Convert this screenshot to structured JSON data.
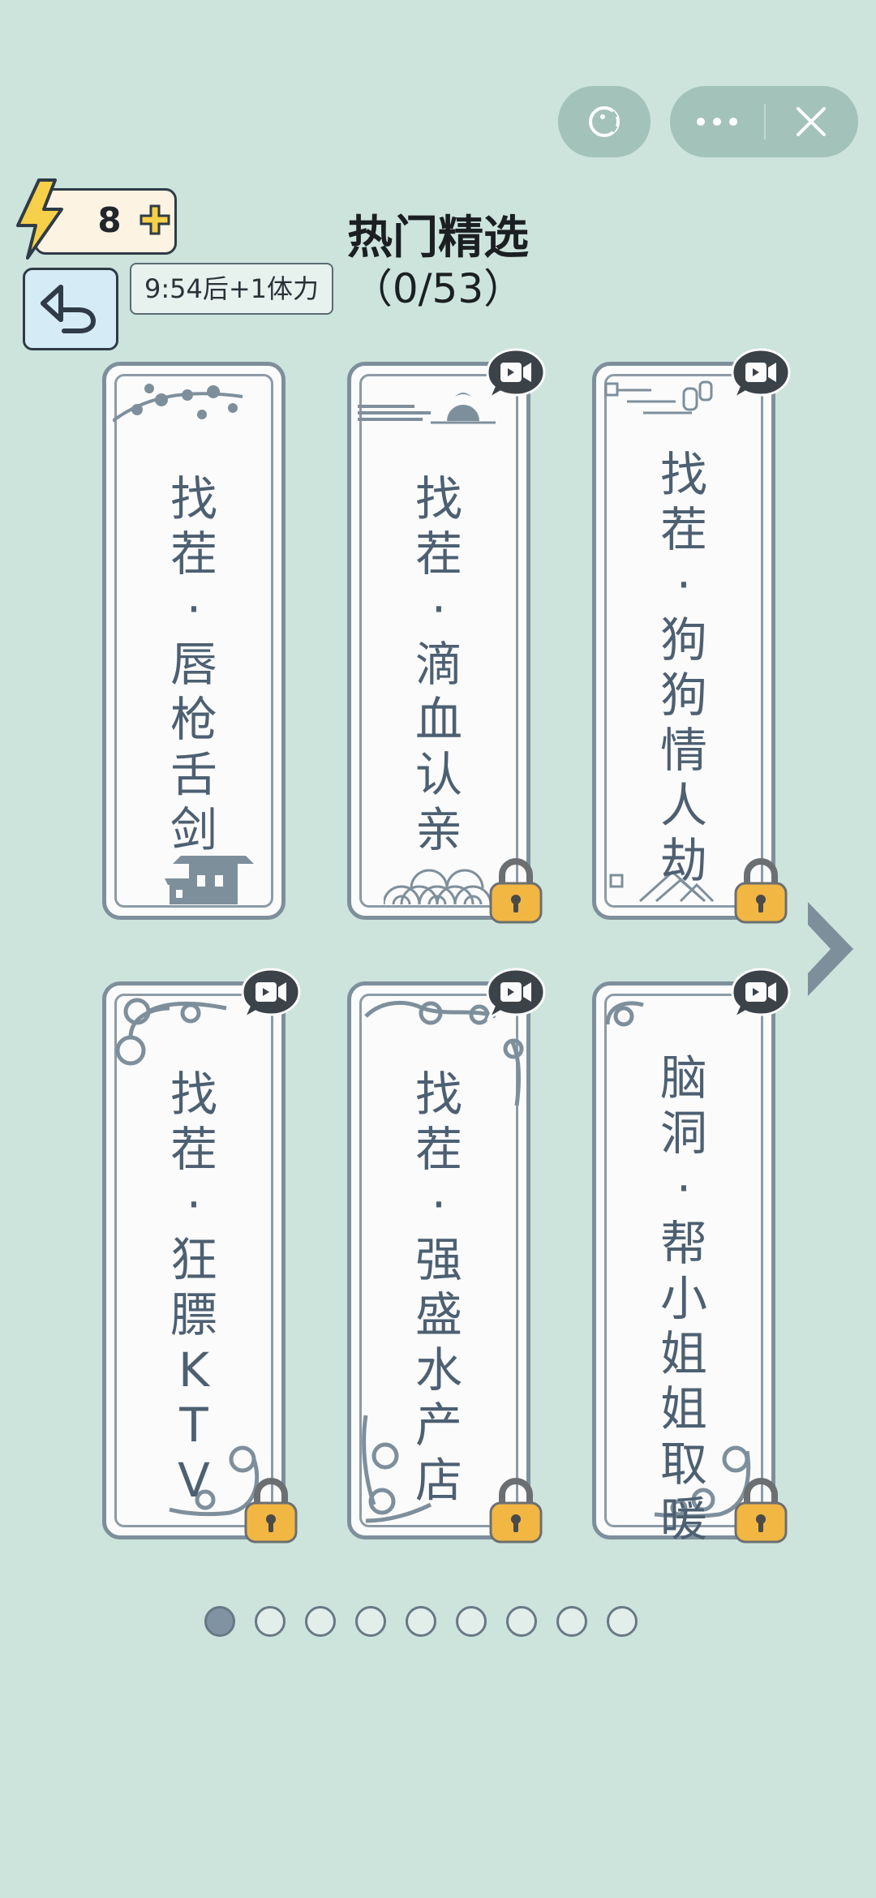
{
  "header": {
    "title": "热门精选",
    "progress": "（0/53）"
  },
  "energy": {
    "value": "8",
    "timer": "9:54后+1体力"
  },
  "cards": [
    {
      "lines": [
        "找",
        "茬",
        "·",
        "唇",
        "枪",
        "舌",
        "剑"
      ],
      "locked": false,
      "video": false
    },
    {
      "lines": [
        "找",
        "茬",
        "·",
        "滴",
        "血",
        "认",
        "亲"
      ],
      "locked": true,
      "video": true
    },
    {
      "lines": [
        "找",
        "茬",
        "·",
        "狗",
        "狗",
        "情",
        "人",
        "劫"
      ],
      "locked": true,
      "video": true
    },
    {
      "lines": [
        "找",
        "茬",
        "·",
        "狂",
        "膘",
        "K",
        "T",
        "V"
      ],
      "locked": true,
      "video": true
    },
    {
      "lines": [
        "找",
        "茬",
        "·",
        "强",
        "盛",
        "水",
        "产",
        "店"
      ],
      "locked": true,
      "video": true
    },
    {
      "lines": [
        "脑",
        "洞",
        "·",
        "帮",
        "小",
        "姐",
        "姐",
        "取",
        "暖"
      ],
      "locked": true,
      "video": true
    }
  ],
  "pager": {
    "total": 9,
    "active": 0
  },
  "colors": {
    "background": "#cce4dc",
    "card_border": "#7e8f9c",
    "card_text": "#4d6072",
    "lock": "#f2b642"
  },
  "icons": {
    "game": "game-controller-icon",
    "more": "more-dots-icon",
    "close": "close-icon",
    "energy": "lightning-bolt-icon",
    "add": "plus-icon",
    "back": "back-arrow-icon",
    "video": "video-ad-icon",
    "lock": "padlock-icon",
    "next": "chevron-right-icon"
  }
}
